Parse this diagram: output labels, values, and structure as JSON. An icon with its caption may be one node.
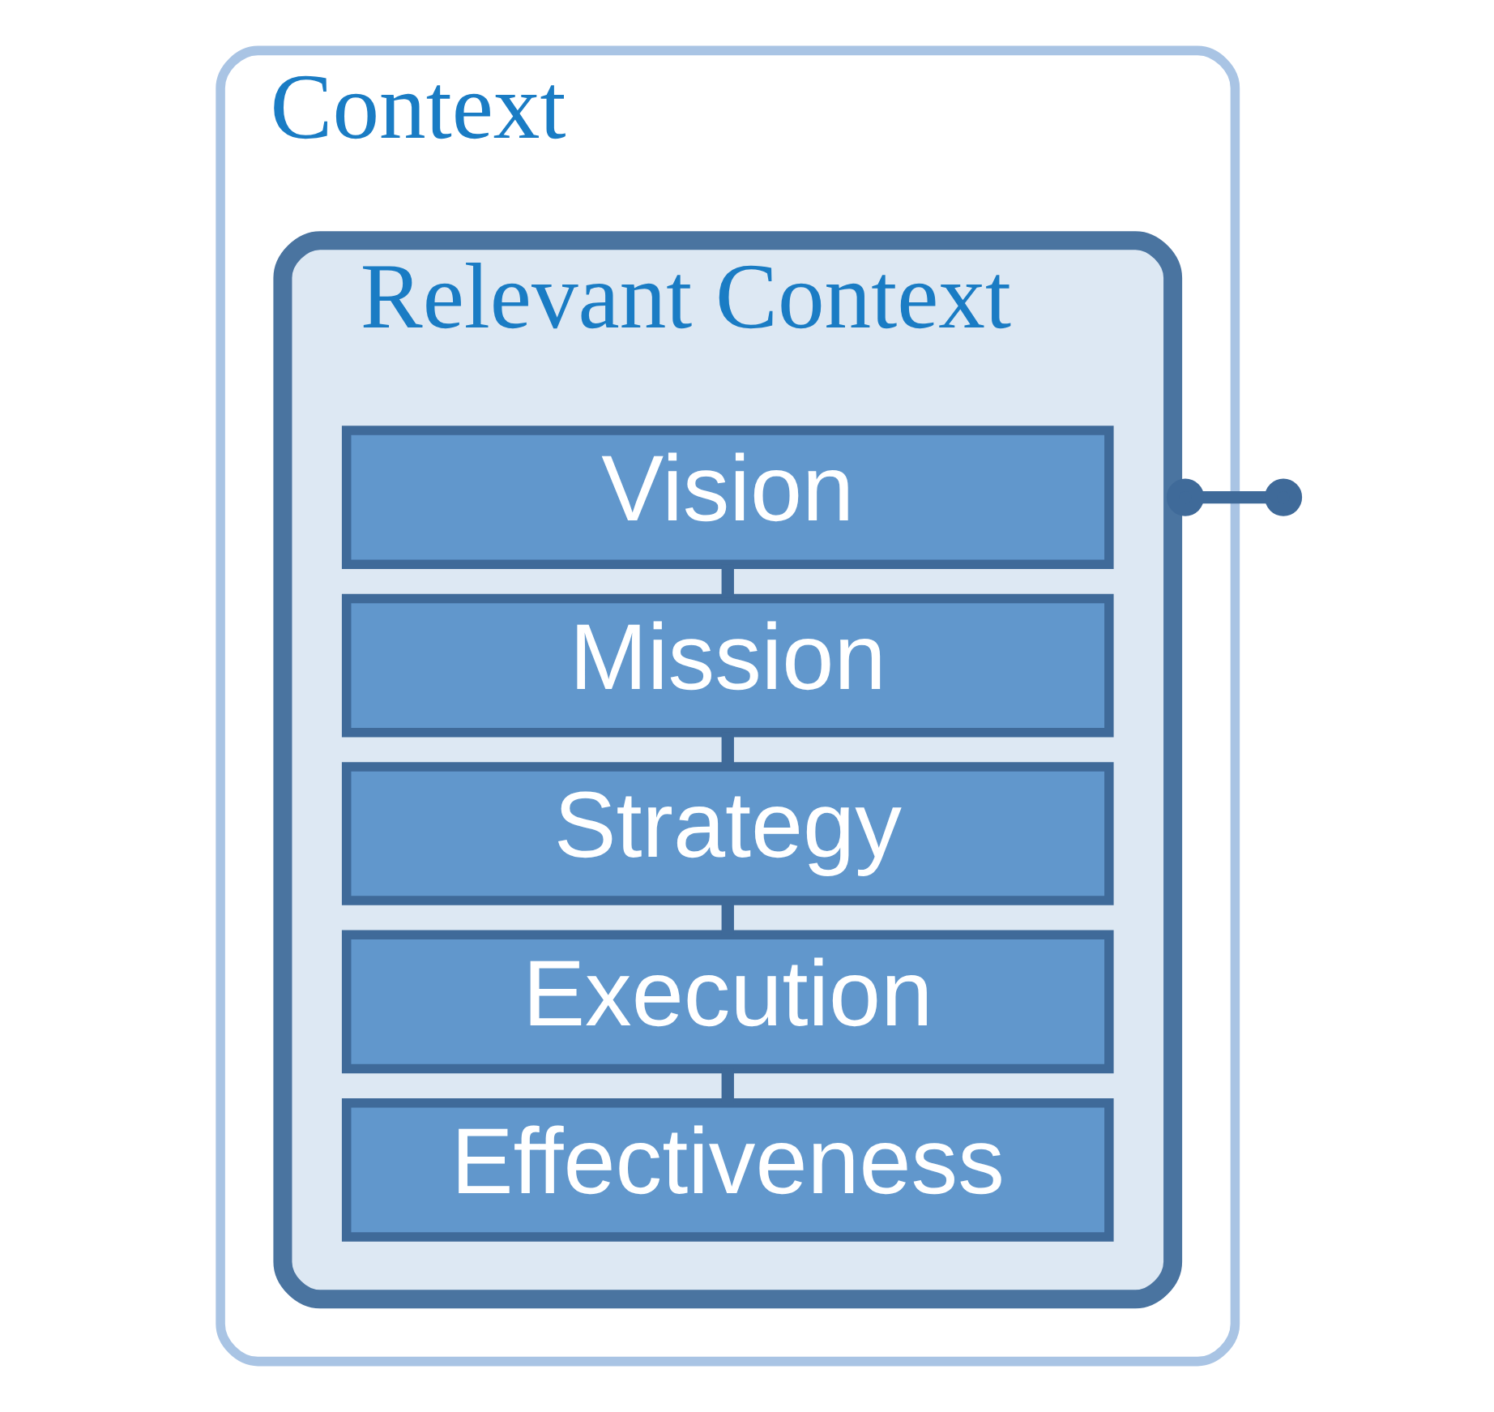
{
  "diagram": {
    "nodes": [
      {
        "text": [
          "Context"
        ]
      },
      {
        "text": [
          "Relevant Context"
        ],
        "in": 0
      },
      {
        "text": [
          "Vision"
        ],
        "in": 1
      },
      {
        "text": [
          "Mission"
        ],
        "in": 1
      },
      {
        "text": [
          "Strategy"
        ],
        "in": 1
      },
      {
        "text": [
          "Execution"
        ],
        "in": 1
      },
      {
        "text": [
          "Effectiveness"
        ],
        "in": 1
      }
    ],
    "edges": [
      {
        "from": 2,
        "to": 3,
        "arrow": "none"
      },
      {
        "from": 3,
        "to": 4,
        "arrow": "none"
      },
      {
        "from": 4,
        "to": 5,
        "arrow": "none"
      },
      {
        "from": 5,
        "to": 6,
        "arrow": "none"
      },
      {
        "from": 1,
        "to": null,
        "arrow": "other"
      }
    ]
  }
}
